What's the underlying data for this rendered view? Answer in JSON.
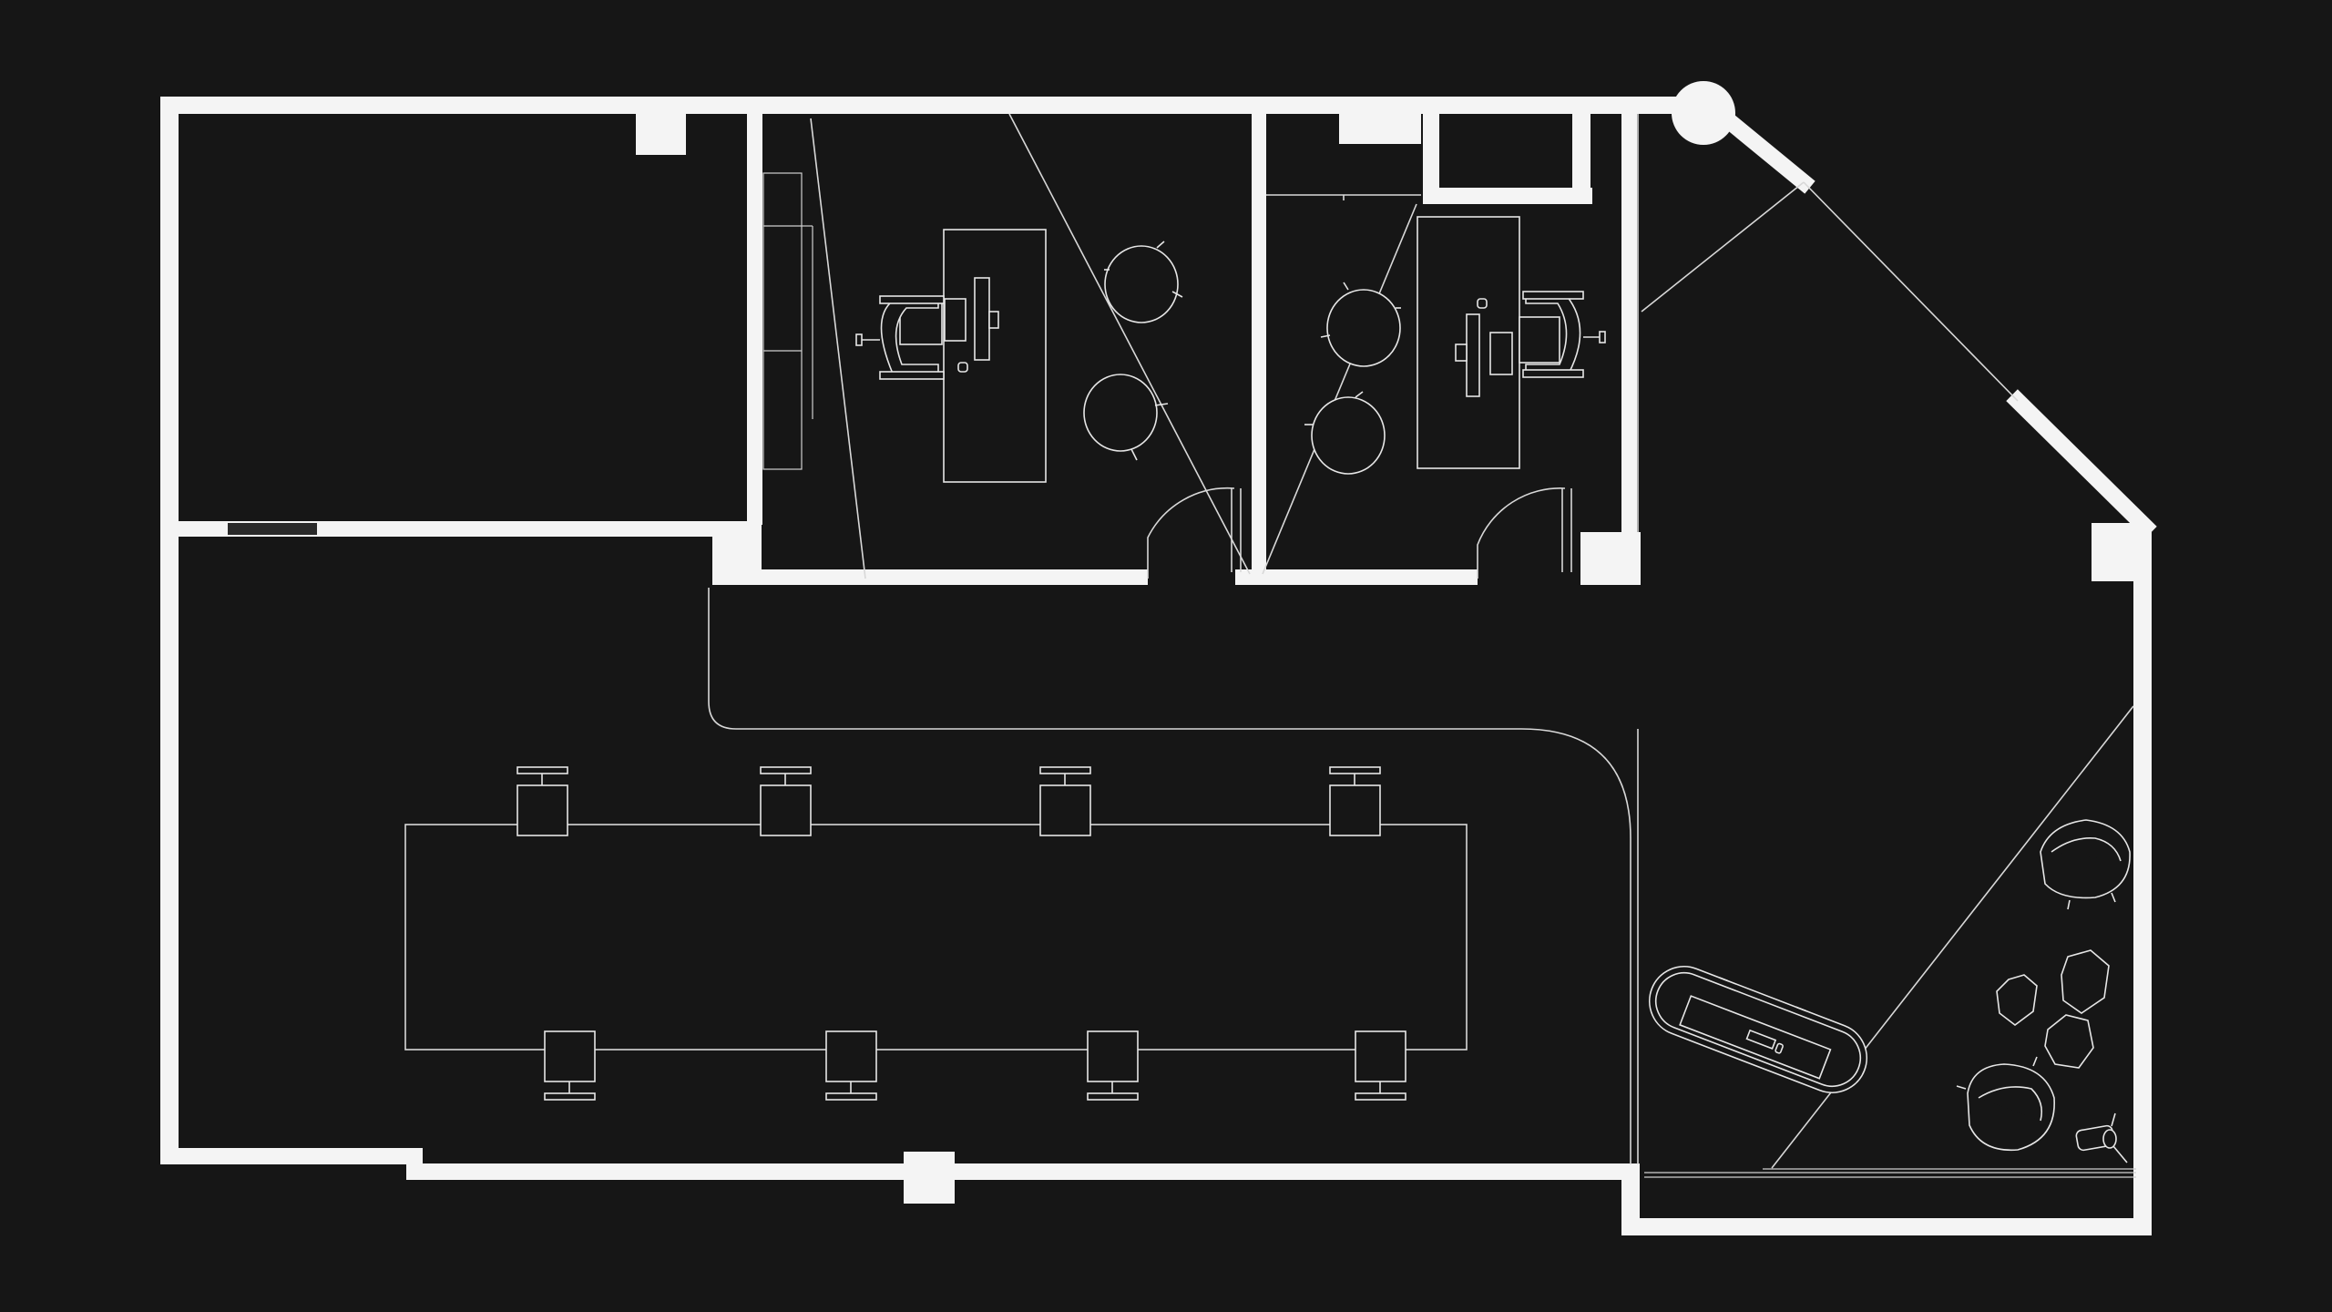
{
  "view": {
    "background": "#161616",
    "wall_color": "#f4f4f4",
    "line_color": "#d8d8d8"
  },
  "plan": {
    "rooms": [
      "storage-room",
      "office-left",
      "office-right",
      "open-workspace",
      "lounge-area"
    ],
    "icons": [
      "desk-icon",
      "chair-icon",
      "monitor-icon",
      "keyboard-icon",
      "sofa-icon",
      "armchair-icon",
      "side-table-icon",
      "door-swing-icon"
    ]
  }
}
